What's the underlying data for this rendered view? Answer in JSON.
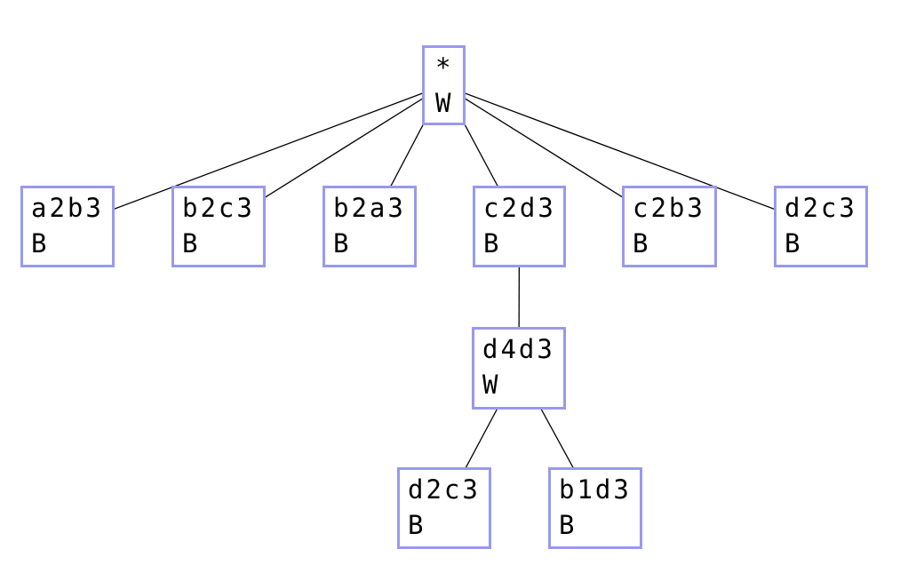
{
  "diagram": {
    "kind": "game-tree",
    "background_color": "#ffffff",
    "node_border_color": "#9999ee",
    "node_fill_color": "#ffffff",
    "edge_color": "#000000",
    "text_color": "#000000"
  },
  "nodes": [
    {
      "id": "root",
      "move": "*",
      "player": "W"
    },
    {
      "id": "a2b3",
      "move": "a2b3",
      "player": "B"
    },
    {
      "id": "b2c3",
      "move": "b2c3",
      "player": "B"
    },
    {
      "id": "b2a3",
      "move": "b2a3",
      "player": "B"
    },
    {
      "id": "c2d3",
      "move": "c2d3",
      "player": "B"
    },
    {
      "id": "c2b3",
      "move": "c2b3",
      "player": "B"
    },
    {
      "id": "d2c3_1",
      "move": "d2c3",
      "player": "B"
    },
    {
      "id": "d4d3",
      "move": "d4d3",
      "player": "W"
    },
    {
      "id": "d2c3_2",
      "move": "d2c3",
      "player": "B"
    },
    {
      "id": "b1d3",
      "move": "b1d3",
      "player": "B"
    }
  ],
  "edges": [
    [
      "root",
      "a2b3"
    ],
    [
      "root",
      "b2c3"
    ],
    [
      "root",
      "b2a3"
    ],
    [
      "root",
      "c2d3"
    ],
    [
      "root",
      "c2b3"
    ],
    [
      "root",
      "d2c3_1"
    ],
    [
      "c2d3",
      "d4d3"
    ],
    [
      "d4d3",
      "d2c3_2"
    ],
    [
      "d4d3",
      "b1d3"
    ]
  ]
}
